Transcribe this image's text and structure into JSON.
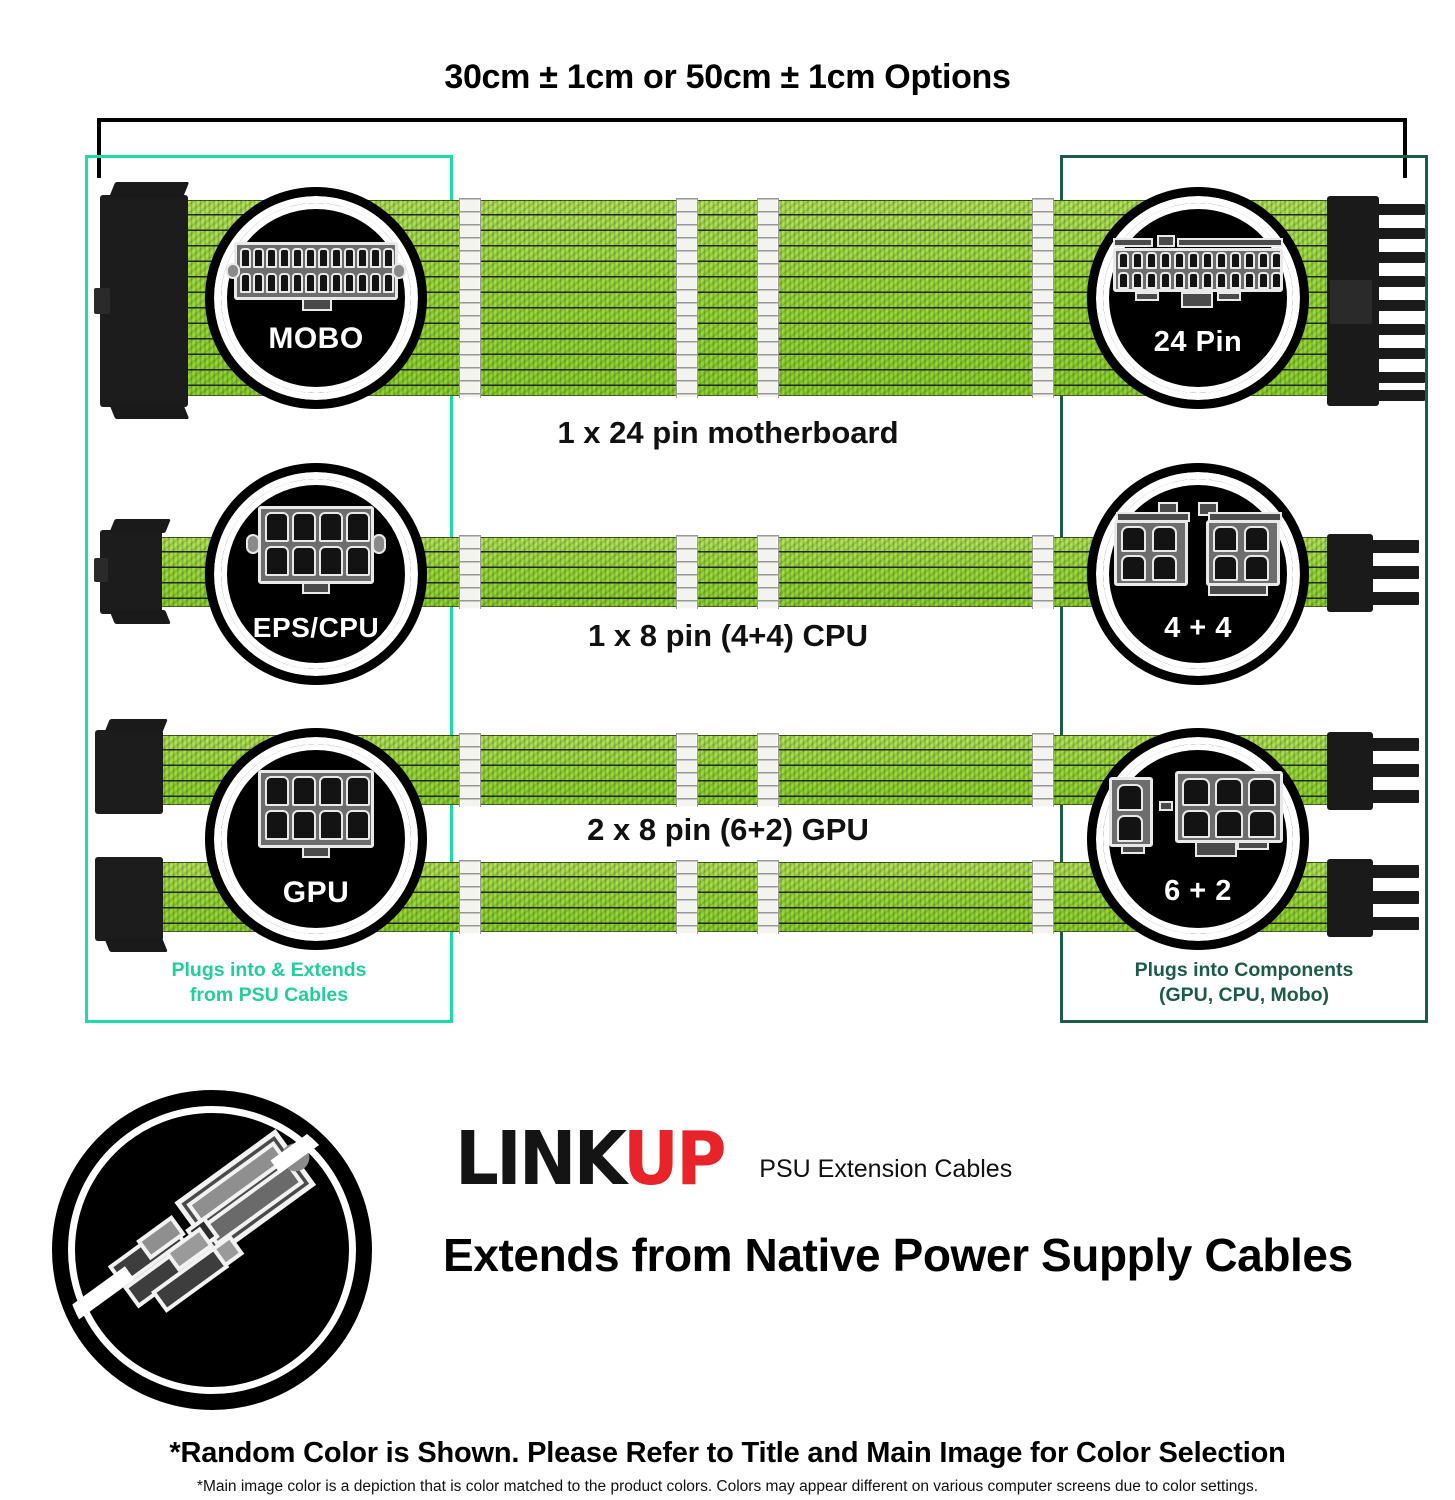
{
  "measurement": {
    "title": "30cm ± 1cm or 50cm ± 1cm Options"
  },
  "regions": {
    "left": {
      "caption_line1": "Plugs into & Extends",
      "caption_line2": "from PSU Cables",
      "color": "#21cf9a"
    },
    "right": {
      "caption_line1": "Plugs into Components",
      "caption_line2": "(GPU, CPU, Mobo)",
      "color": "#1c5c46"
    }
  },
  "cable_rows": [
    {
      "left_callout": "MOBO",
      "right_callout": "24 Pin",
      "description": "1 x 24 pin motherboard"
    },
    {
      "left_callout": "EPS/CPU",
      "right_callout": "4 + 4",
      "description": "1 x 8 pin (4+4) CPU"
    },
    {
      "left_callout": "GPU",
      "right_callout": "6 + 2",
      "description": "2 x 8 pin (6+2) GPU"
    }
  ],
  "branding": {
    "logo_part1": "LINK",
    "logo_part2": "UP",
    "logo_subtitle": "PSU Extension Cables",
    "headline": "Extends from Native Power Supply Cables",
    "logo_red": "#e8242a"
  },
  "footer": {
    "disclaimer": "*Random Color is Shown. Please Refer to Title and Main Image for Color Selection",
    "fineprint": "*Main image color is a depiction that is color matched to the product colors. Colors may appear different on various computer screens due to color settings."
  },
  "colors": {
    "cable_sleeve": "#9ede3c",
    "connector_black": "#1a1a1a"
  }
}
